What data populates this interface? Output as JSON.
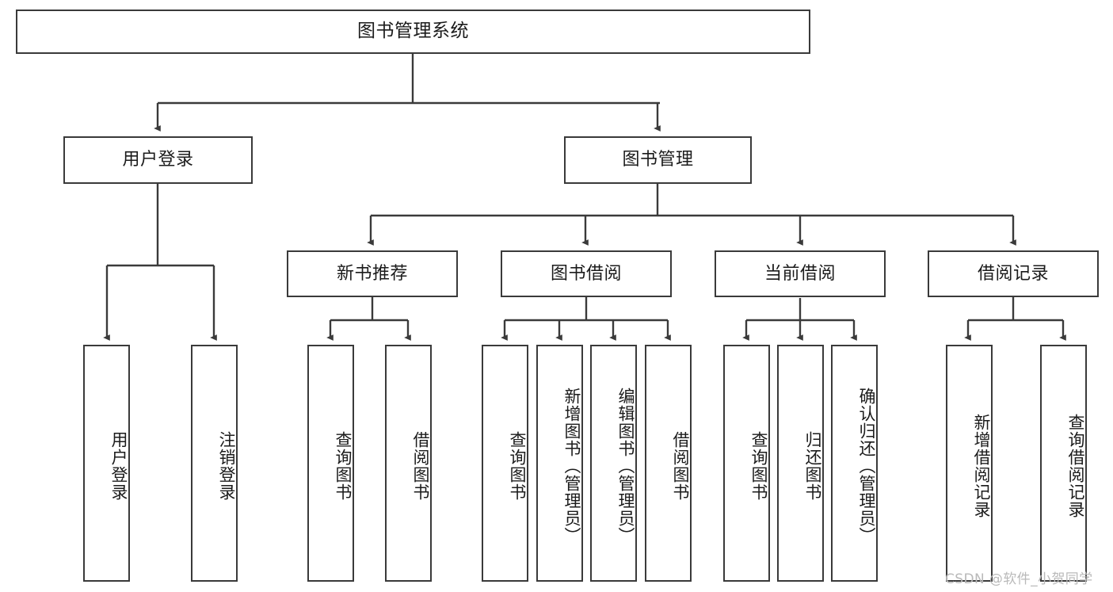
{
  "diagram": {
    "type": "hierarchy-tree",
    "title": "图书管理系统",
    "root": {
      "id": "root",
      "label": "图书管理系统"
    },
    "level1": [
      {
        "id": "user-login",
        "label": "用户登录"
      },
      {
        "id": "book-management",
        "label": "图书管理"
      }
    ],
    "level2": [
      {
        "id": "new-book-recommend",
        "label": "新书推荐",
        "parent": "book-management"
      },
      {
        "id": "book-borrow",
        "label": "图书借阅",
        "parent": "book-management"
      },
      {
        "id": "current-borrow",
        "label": "当前借阅",
        "parent": "book-management"
      },
      {
        "id": "borrow-record",
        "label": "借阅记录",
        "parent": "book-management"
      }
    ],
    "leaves": {
      "user-login": [
        {
          "id": "leaf-user-login",
          "label": "用户登录"
        },
        {
          "id": "leaf-logout",
          "label": "注销登录"
        }
      ],
      "new-book-recommend": [
        {
          "id": "leaf-query-book-1",
          "label": "查询图书"
        },
        {
          "id": "leaf-borrow-book-1",
          "label": "借阅图书"
        }
      ],
      "book-borrow": [
        {
          "id": "leaf-query-book-2",
          "label": "查询图书"
        },
        {
          "id": "leaf-add-book",
          "label": "新增图书（管理员）"
        },
        {
          "id": "leaf-edit-book",
          "label": "编辑图书（管理员）"
        },
        {
          "id": "leaf-borrow-book-2",
          "label": "借阅图书"
        }
      ],
      "current-borrow": [
        {
          "id": "leaf-query-book-3",
          "label": "查询图书"
        },
        {
          "id": "leaf-return-book",
          "label": "归还图书"
        },
        {
          "id": "leaf-confirm-return",
          "label": "确认归还（管理员）"
        }
      ],
      "borrow-record": [
        {
          "id": "leaf-add-record",
          "label": "新增借阅记录"
        },
        {
          "id": "leaf-query-record",
          "label": "查询借阅记录"
        }
      ]
    }
  },
  "watermark": {
    "text": "CSDN @软件_小贺同学"
  },
  "colors": {
    "stroke": "#3a3a3a",
    "text": "#1b1b1b",
    "background": "#ffffff",
    "watermark": "#b9b9b9"
  }
}
